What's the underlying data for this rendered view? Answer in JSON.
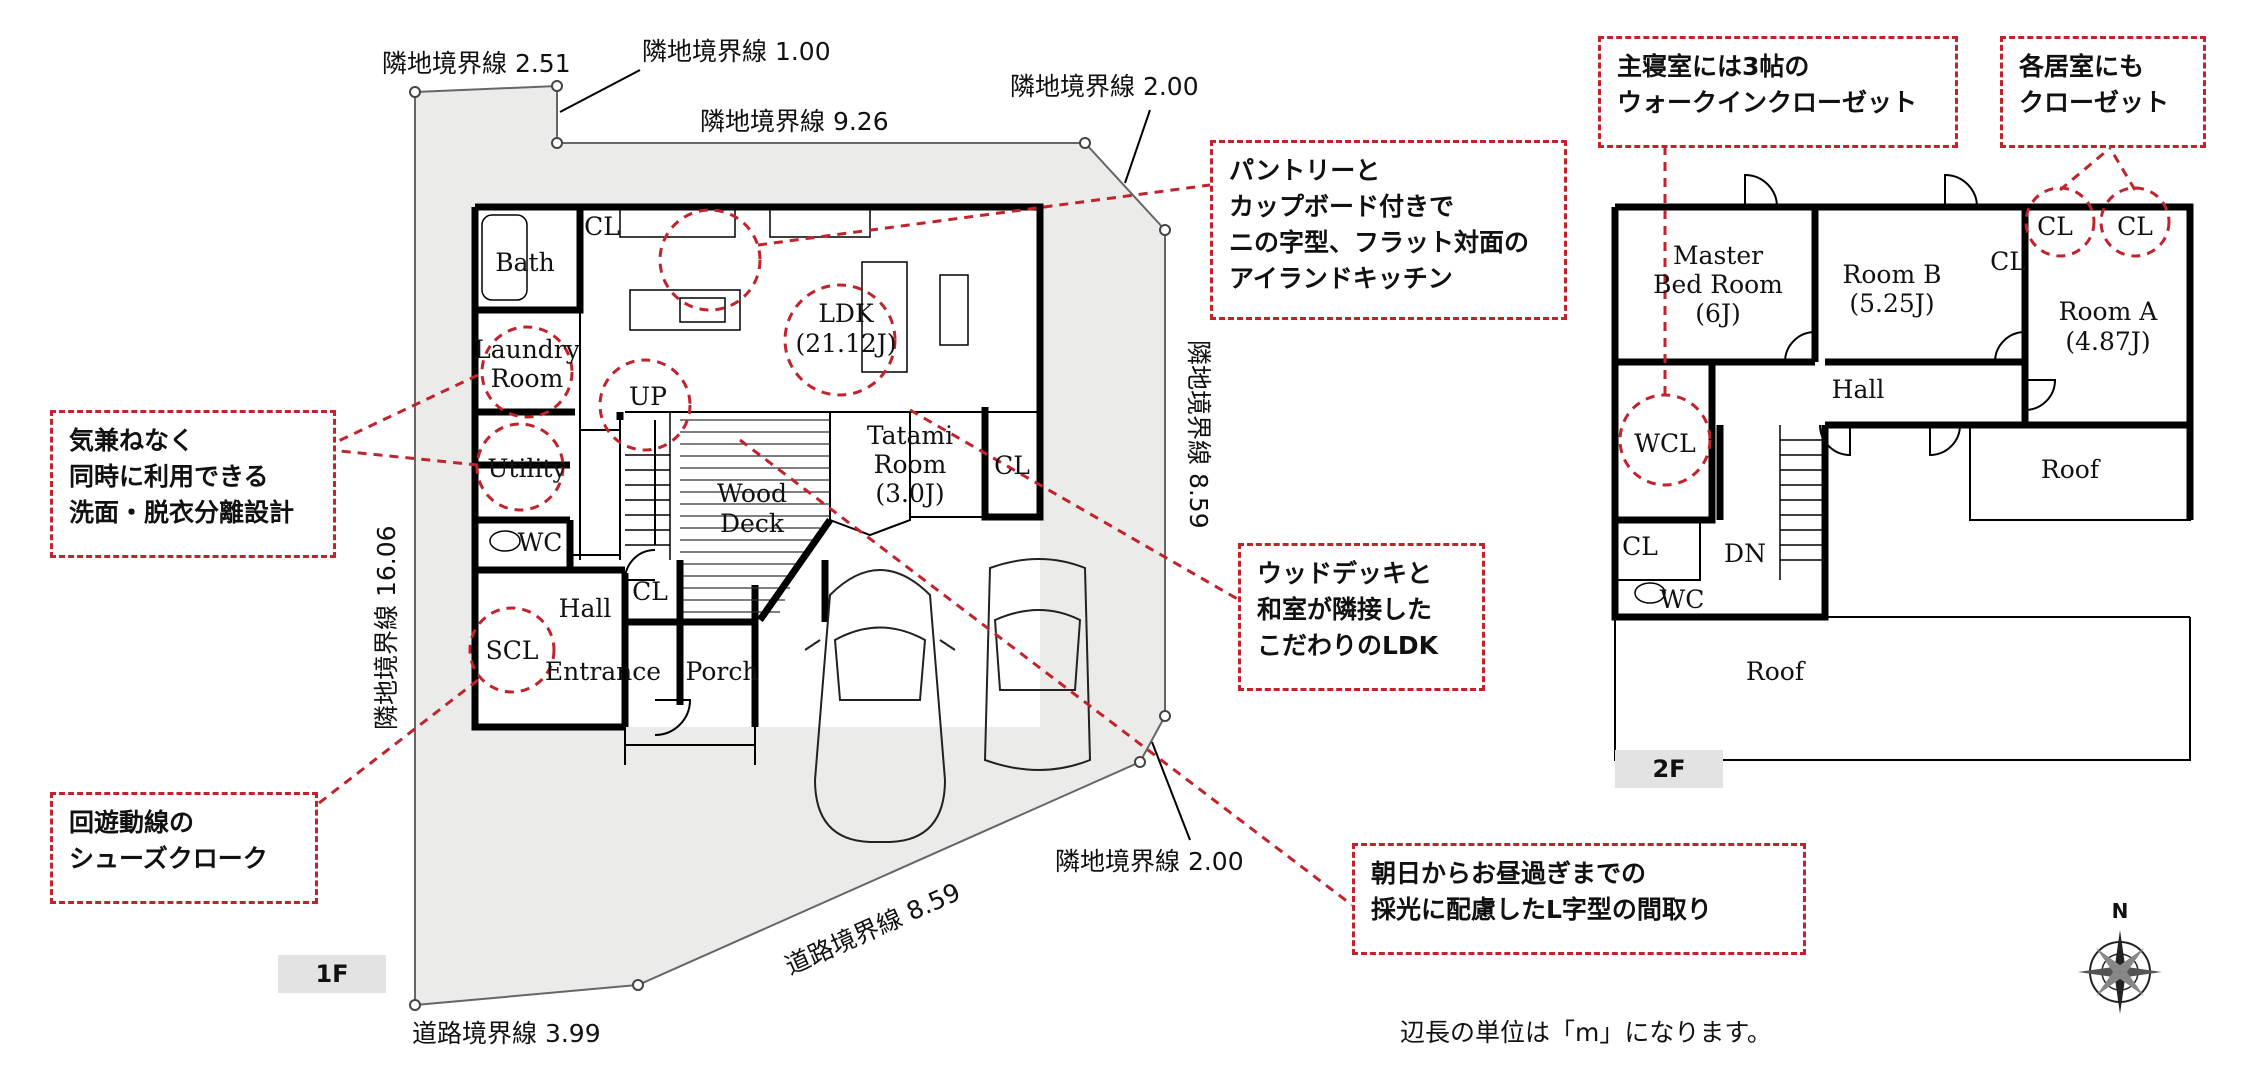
{
  "floor1": {
    "tag": "1F",
    "rooms": {
      "bath": "Bath",
      "cl_top": "CL",
      "laundry_1": "Laundry",
      "laundry_2": "Room",
      "ldk_1": "LDK",
      "ldk_2": "(21.12J)",
      "up": "UP",
      "utility": "Utility",
      "wood_1": "Wood",
      "wood_2": "Deck",
      "tatami_1": "Tatami",
      "tatami_2": "Room",
      "tatami_3": "(3.0J)",
      "cl_tatami": "CL",
      "wc": "WC",
      "hall": "Hall",
      "cl_hall": "CL",
      "scl": "SCL",
      "entrance": "Entrance",
      "porch": "Porch"
    },
    "boundaries": {
      "b251": "隣地境界線 2.51",
      "b100": "隣地境界線 1.00",
      "b926": "隣地境界線 9.26",
      "b200_top": "隣地境界線 2.00",
      "b859_right": "隣地境界線 8.59",
      "b1606_left": "隣地境界線 16.06",
      "b200_bottom": "隣地境界線 2.00",
      "road859": "道路境界線 8.59",
      "road399": "道路境界線 3.99"
    }
  },
  "floor2": {
    "tag": "2F",
    "rooms": {
      "master_1": "Master",
      "master_2": "Bed Room",
      "master_3": "(6J)",
      "roomb_1": "Room B",
      "roomb_2": "(5.25J)",
      "rooma_1": "Room A",
      "rooma_2": "(4.87J)",
      "cl_a": "CL",
      "cl_b": "CL",
      "cl_c": "CL",
      "hall": "Hall",
      "wcl": "WCL",
      "roof_right": "Roof",
      "cl_small": "CL",
      "dn": "DN",
      "wc": "WC",
      "roof_bottom": "Roof"
    }
  },
  "callouts": {
    "pantry": "パントリーと\nカップボード付きで\nニの字型、フラット対面の\nアイランドキッチン",
    "wash": "気兼ねなく\n同時に利用できる\n洗面・脱衣分離設計",
    "wooddeck": "ウッドデッキと\n和室が隣接した\nこだわりのLDK",
    "shoes": "回遊動線の\nシューズクローク",
    "sunlight": "朝日からお昼過ぎまでの\n採光に配慮したL字型の間取り",
    "master_wcl": "主寝室には3帖の\nウォークインクローゼット",
    "each_room": "各居室にも\nクローゼット"
  },
  "compass_label": "N",
  "unit_note": "辺長の単位は「m」になります。",
  "colors": {
    "accent": "#c0232c",
    "lot": "#ebebea",
    "tag_bg": "#e3e3e3"
  }
}
